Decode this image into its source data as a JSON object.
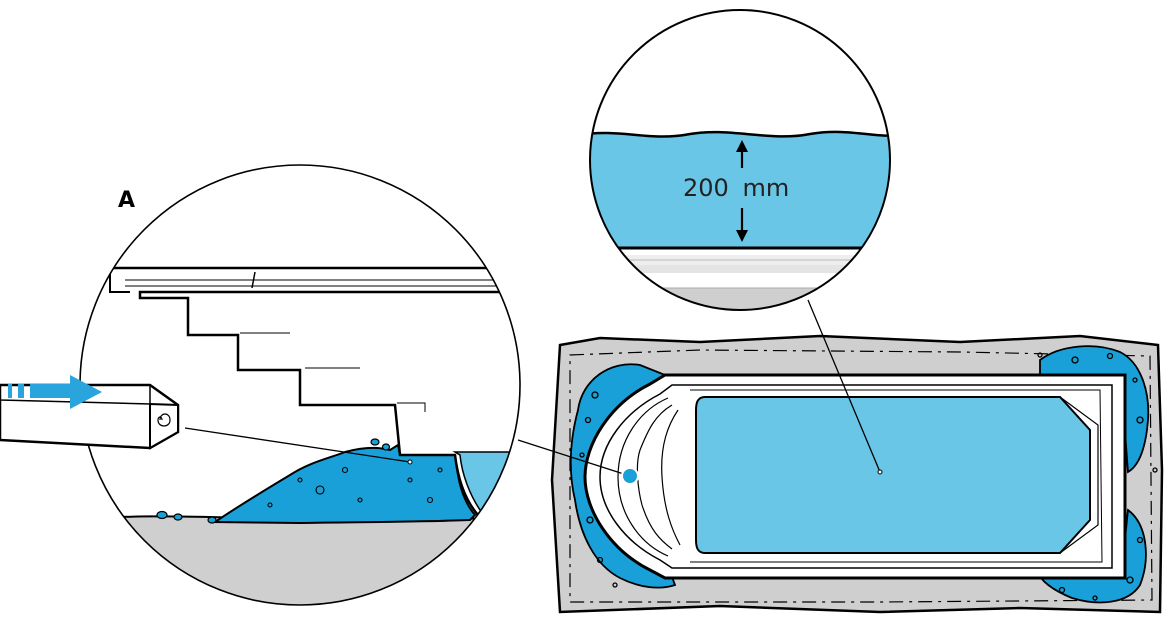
{
  "detail_label": "A",
  "measurement": {
    "value": "200",
    "unit": "mm"
  },
  "colors": {
    "water": "#6ac6e6",
    "backfill": "#1aa0d8",
    "arrow": "#2aa4dc",
    "ground": "#cfcfcf",
    "outline": "#000000",
    "background": "#ffffff"
  }
}
